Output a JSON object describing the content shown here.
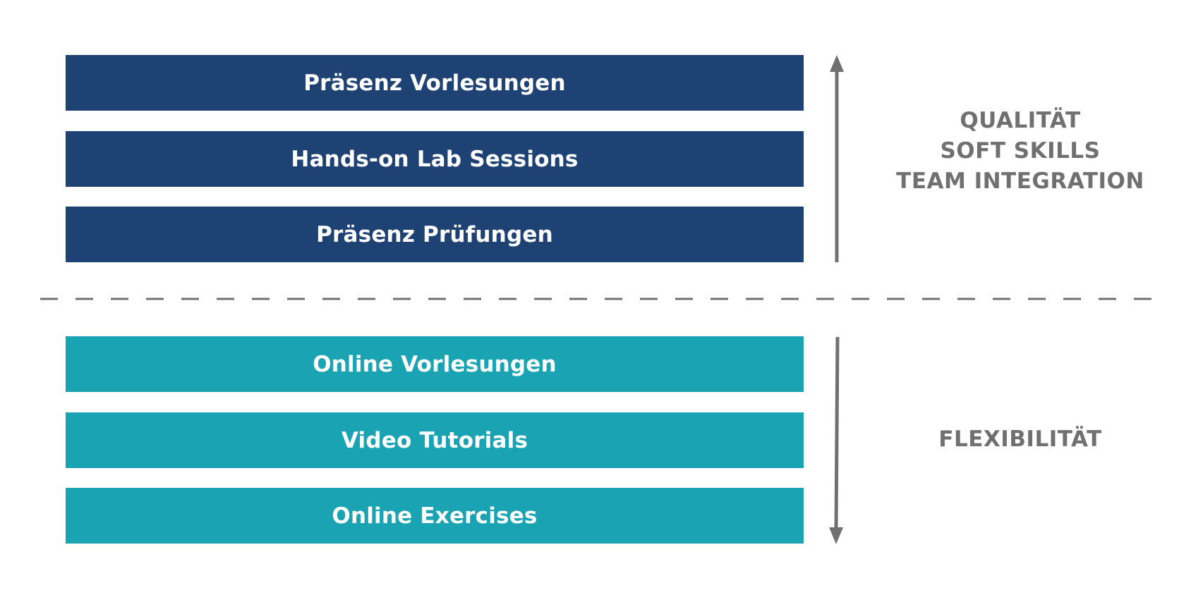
{
  "presence": {
    "items": [
      {
        "label": "Präsenz Vorlesungen"
      },
      {
        "label": "Hands-on Lab Sessions"
      },
      {
        "label": "Präsenz Prüfungen"
      }
    ],
    "color": "#1f4274",
    "benefits": [
      "QUALITÄT",
      "SOFT SKILLS",
      "TEAM INTEGRATION"
    ]
  },
  "online": {
    "items": [
      {
        "label": "Online Vorlesungen"
      },
      {
        "label": "Video Tutorials"
      },
      {
        "label": "Online Exercises"
      }
    ],
    "color": "#19a3b3",
    "benefits": [
      "FLEXIBILITÄT"
    ]
  },
  "colors": {
    "arrow": "#707070",
    "divider": "#707070",
    "text_on_bar": "#ffffff"
  }
}
